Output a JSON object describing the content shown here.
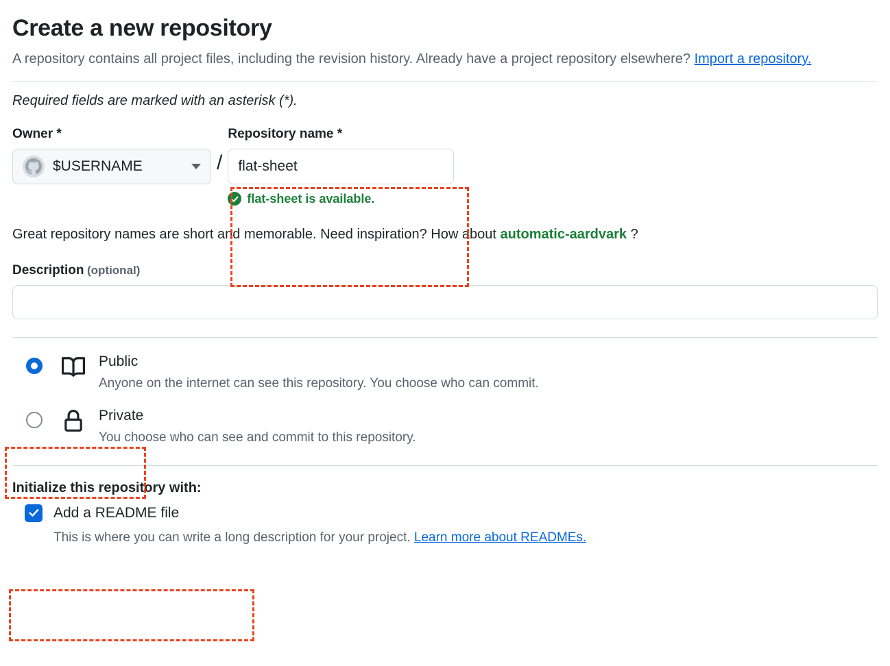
{
  "header": {
    "title": "Create a new repository",
    "intro_part1": "A repository contains all project files, including the revision history. Already have a project repository elsewhere? ",
    "import_link": "Import a repository.",
    "required_note": "Required fields are marked with an asterisk (*)."
  },
  "owner": {
    "label": "Owner *",
    "value": "$USERNAME",
    "avatar_icon": "github-octocat-avatar",
    "caret_icon": "chevron-down-icon"
  },
  "separator": "/",
  "repository": {
    "label": "Repository name *",
    "value": "flat-sheet",
    "availability": "flat-sheet is available.",
    "availability_icon": "check-circle-icon",
    "availability_color": "#1a7f37"
  },
  "suggestion": {
    "prefix": "Great repository names are short and memorable. Need inspiration? How about ",
    "name": "automatic-aardvark",
    "suffix": " ?"
  },
  "description": {
    "label": "Description",
    "optional": "(optional)",
    "value": "",
    "placeholder": ""
  },
  "visibility": {
    "options": [
      {
        "id": "public",
        "title": "Public",
        "description": "Anyone on the internet can see this repository. You choose who can commit.",
        "icon": "repo-book-icon",
        "selected": true
      },
      {
        "id": "private",
        "title": "Private",
        "description": "You choose who can see and commit to this repository.",
        "icon": "lock-icon",
        "selected": false
      }
    ]
  },
  "initialize": {
    "title": "Initialize this repository with:",
    "readme_label": "Add a README file",
    "readme_checked": true,
    "readme_desc_prefix": "This is where you can write a long description for your project. ",
    "readme_link": "Learn more about READMEs."
  },
  "annotations": {
    "highlight_color": "#e8431f",
    "boxes": [
      "repository-name-field",
      "public-visibility-option",
      "initialize-readme-option"
    ]
  }
}
